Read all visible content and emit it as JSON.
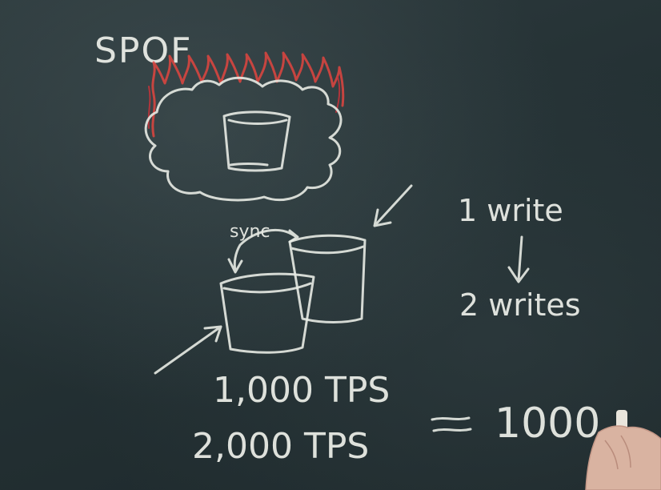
{
  "colors": {
    "board": "#263336",
    "chalk": "#e8ebe4",
    "flame": "#e0453f"
  },
  "labels": {
    "spof": "SPOF",
    "sync": "sync",
    "one_write": "1 write",
    "two_writes": "2 writes",
    "tps_1000": "1,000 TPS",
    "tps_2000": "2,000 TPS",
    "equals_1000": "1000"
  },
  "icons": {
    "arrow_down": "down-arrow-icon",
    "chalk_hand": "hand-holding-chalk"
  }
}
